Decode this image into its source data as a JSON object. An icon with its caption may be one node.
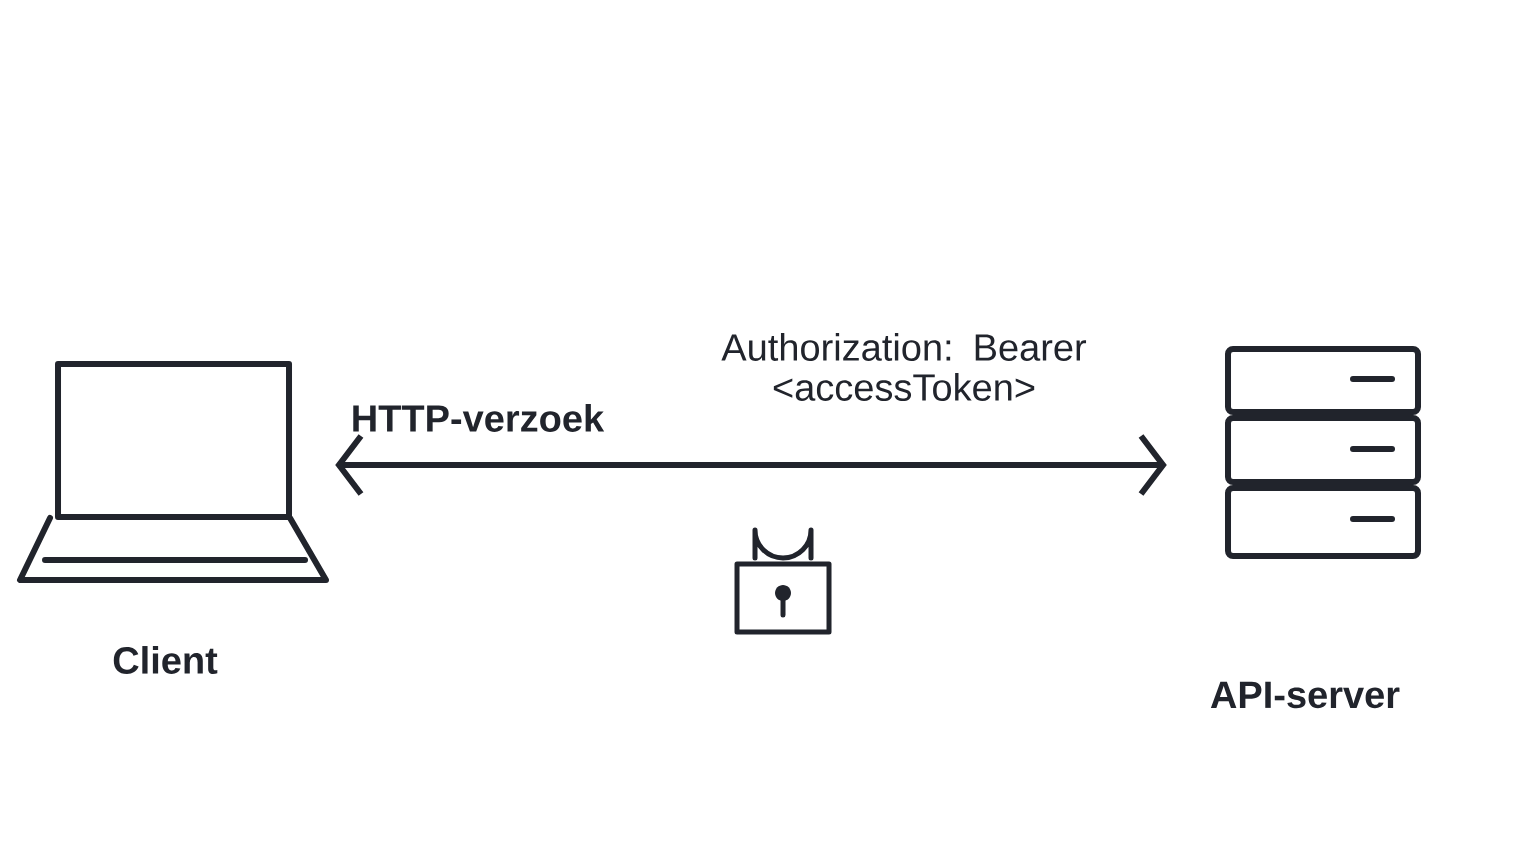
{
  "diagram": {
    "nodes": [
      {
        "text": [
          "Client"
        ]
      },
      {
        "text": [
          "API-server"
        ]
      }
    ],
    "edges": [
      {
        "from": 0,
        "to": 1,
        "arrow": "both",
        "label": "HTTP-verzoek"
      }
    ],
    "labels": [
      "Authorization: Bearer <accessToken>"
    ]
  }
}
